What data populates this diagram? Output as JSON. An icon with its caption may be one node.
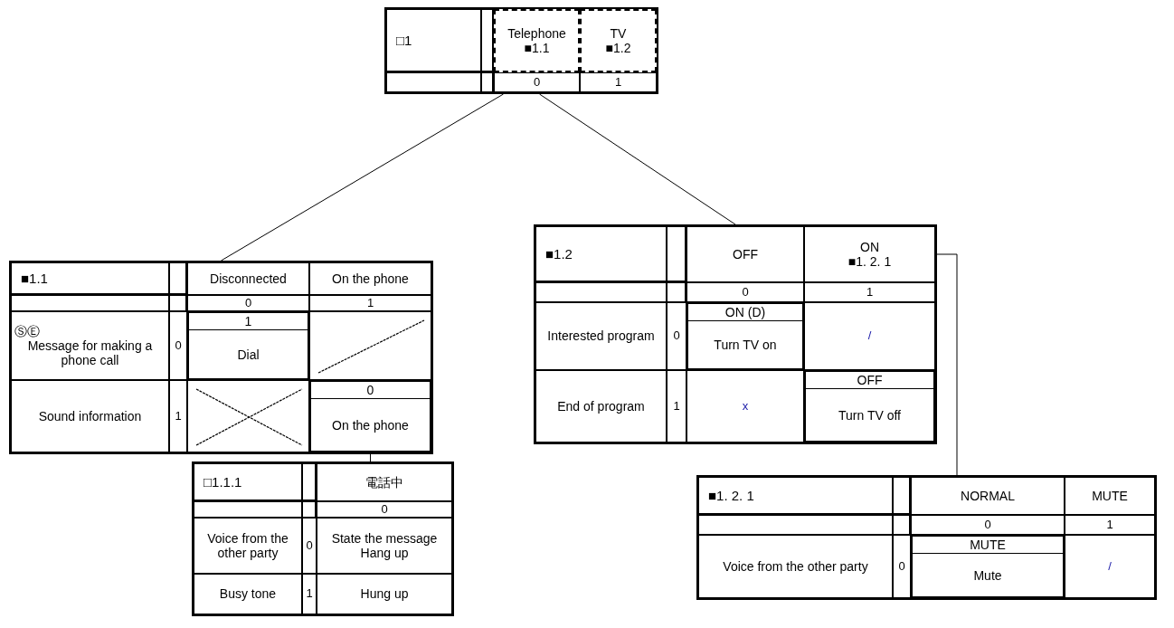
{
  "diagram": {
    "nodes": [
      {
        "text": [
          "□1"
        ]
      },
      {
        "text": [
          "Telephone",
          "■1.1"
        ],
        "in": 0
      },
      {
        "text": [
          "TV",
          "■1.2"
        ],
        "in": 0
      },
      {
        "text": [
          "0"
        ],
        "in": 0
      },
      {
        "text": [
          "1"
        ],
        "in": 0
      },
      {
        "text": [
          "■1.1"
        ]
      },
      {
        "text": [
          "Disconnected"
        ],
        "in": 5
      },
      {
        "text": [
          "On the phone"
        ],
        "in": 5
      },
      {
        "text": [
          "0"
        ],
        "in": 5
      },
      {
        "text": [
          "1"
        ],
        "in": 5
      },
      {
        "text": [
          "ⓈⒺ",
          "Message for making a phone call"
        ],
        "in": 5
      },
      {
        "text": [
          "0"
        ],
        "in": 5
      },
      {
        "text": [
          "1",
          "Dial"
        ],
        "in": 5
      },
      {
        "text": [
          "Sound information"
        ],
        "in": 5
      },
      {
        "text": [
          "1"
        ],
        "in": 5
      },
      {
        "text": [
          "0",
          "On the phone"
        ],
        "in": 5
      },
      {
        "text": [
          "■1.2"
        ]
      },
      {
        "text": [
          "OFF"
        ],
        "in": 16
      },
      {
        "text": [
          "ON",
          "■1. 2. 1"
        ],
        "in": 16
      },
      {
        "text": [
          "0"
        ],
        "in": 16
      },
      {
        "text": [
          "1"
        ],
        "in": 16
      },
      {
        "text": [
          "Interested program"
        ],
        "in": 16
      },
      {
        "text": [
          "0"
        ],
        "in": 16
      },
      {
        "text": [
          "ON (D)",
          "Turn TV on"
        ],
        "in": 16
      },
      {
        "text": [
          "/"
        ],
        "in": 16
      },
      {
        "text": [
          "End of program"
        ],
        "in": 16
      },
      {
        "text": [
          "1"
        ],
        "in": 16
      },
      {
        "text": [
          "x"
        ],
        "in": 16
      },
      {
        "text": [
          "OFF",
          "Turn TV off"
        ],
        "in": 16
      },
      {
        "text": [
          "□1.1.1"
        ]
      },
      {
        "text": [
          "電話中"
        ],
        "in": 29
      },
      {
        "text": [
          "0"
        ],
        "in": 29
      },
      {
        "text": [
          "Voice from the other party"
        ],
        "in": 29
      },
      {
        "text": [
          "0"
        ],
        "in": 29
      },
      {
        "text": [
          "State the message",
          "Hang up"
        ],
        "in": 29
      },
      {
        "text": [
          "Busy tone"
        ],
        "in": 29
      },
      {
        "text": [
          "1"
        ],
        "in": 29
      },
      {
        "text": [
          "Hung up"
        ],
        "in": 29
      },
      {
        "text": [
          "■1. 2. 1"
        ]
      },
      {
        "text": [
          "NORMAL"
        ],
        "in": 38
      },
      {
        "text": [
          "MUTE"
        ],
        "in": 38
      },
      {
        "text": [
          "0"
        ],
        "in": 38
      },
      {
        "text": [
          "1"
        ],
        "in": 38
      },
      {
        "text": [
          "Voice from the other party"
        ],
        "in": 38
      },
      {
        "text": [
          "0"
        ],
        "in": 38
      },
      {
        "text": [
          "MUTE",
          "Mute"
        ],
        "in": 38
      },
      {
        "text": [
          "/"
        ],
        "in": 38
      }
    ],
    "edges": [
      {
        "from": 0,
        "to": 5,
        "arrow": "none"
      },
      {
        "from": 0,
        "to": 16,
        "arrow": "none"
      },
      {
        "from": 15,
        "to": 29,
        "arrow": "none"
      },
      {
        "from": 18,
        "to": 38,
        "arrow": "none"
      }
    ]
  }
}
